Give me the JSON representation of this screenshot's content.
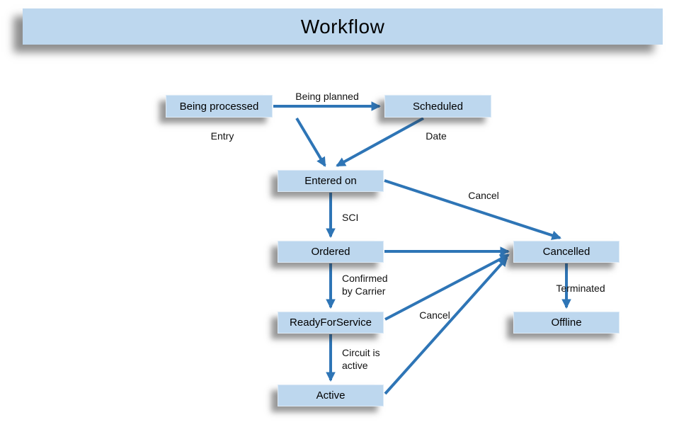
{
  "theme": {
    "node_fill": "#BDD7EE",
    "node_border": "#DEEBF7",
    "arrow_color": "#2E75B6",
    "text_color": "#111111",
    "background": "#FFFFFF"
  },
  "title": {
    "label": "Workflow"
  },
  "diagram": {
    "nodes": [
      {
        "id": "being-processed",
        "label": "Being processed"
      },
      {
        "id": "scheduled",
        "label": "Scheduled"
      },
      {
        "id": "entered-on",
        "label": "Entered on"
      },
      {
        "id": "ordered",
        "label": "Ordered"
      },
      {
        "id": "cancelled",
        "label": "Cancelled"
      },
      {
        "id": "ready-for-service",
        "label": "ReadyForService"
      },
      {
        "id": "offline",
        "label": "Offline"
      },
      {
        "id": "active",
        "label": "Active"
      }
    ],
    "edges": [
      {
        "from": "Being processed",
        "to": "Scheduled",
        "label": "Being planned"
      },
      {
        "from": "Being processed",
        "to": "Entered on",
        "label": "Entry"
      },
      {
        "from": "Scheduled",
        "to": "Entered on",
        "label": "Date"
      },
      {
        "from": "Entered on",
        "to": "Cancelled",
        "label": "Cancel"
      },
      {
        "from": "Entered on",
        "to": "Ordered",
        "label": "SCI"
      },
      {
        "from": "Ordered",
        "to": "Cancelled",
        "label": ""
      },
      {
        "from": "Ordered",
        "to": "ReadyForService",
        "label": "Confirmed\nby Carrier"
      },
      {
        "from": "ReadyForService",
        "to": "Cancelled",
        "label": "Cancel"
      },
      {
        "from": "ReadyForService",
        "to": "Active",
        "label": "Circuit is\nactive"
      },
      {
        "from": "Active",
        "to": "Cancelled",
        "label": ""
      },
      {
        "from": "Cancelled",
        "to": "Offline",
        "label": "Terminated"
      }
    ]
  }
}
